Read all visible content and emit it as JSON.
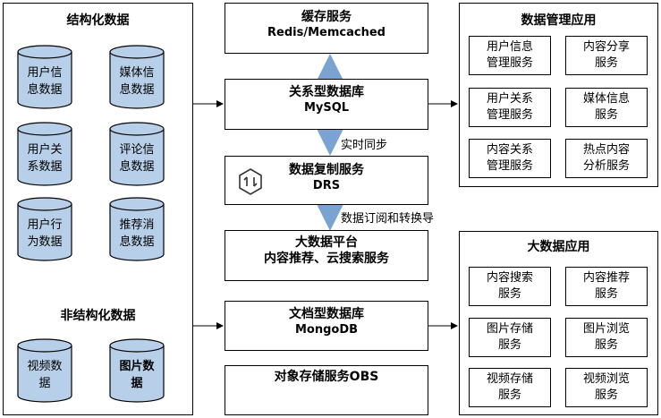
{
  "structured": {
    "title": "结构化数据",
    "cylinders": [
      "用户信息数据",
      "媒体信息数据",
      "用户关系数据",
      "评论信息数据",
      "用户行为数据",
      "推荐消息数据"
    ]
  },
  "unstructured": {
    "title": "非结构化数据",
    "cylinders": [
      "视频数据",
      "图片数据"
    ]
  },
  "cache": {
    "title": "缓存服务",
    "sub": "Redis/Memcached"
  },
  "rdb": {
    "title": "关系型数据库",
    "sub": "MySQL"
  },
  "drs": {
    "title": "数据复制服务",
    "sub": "DRS"
  },
  "bigdata_platform": {
    "title": "大数据平台",
    "sub": "内容推荐、云搜索服务"
  },
  "docdb": {
    "title": "文档型数据库",
    "sub": "MongoDB"
  },
  "obs": {
    "title": "对象存储服务OBS"
  },
  "annotations": {
    "realtime_sync": "实时同步",
    "subscribe": "数据订阅和转换导"
  },
  "data_mgmt": {
    "title": "数据管理应用",
    "services": [
      "用户信息管理服务",
      "内容分享服务",
      "用户关系管理服务",
      "媒体信息服务",
      "内容关系管理服务",
      "热点内容分析服务"
    ]
  },
  "bigdata_apps": {
    "title": "大数据应用",
    "services": [
      "内容搜索服务",
      "内容推荐服务",
      "图片存储服务",
      "图片浏览服务",
      "视频存储服务",
      "视频浏览服务"
    ]
  },
  "colors": {
    "cylinder_fill": "#b7cfe8",
    "arrow": "#7aa3d1"
  }
}
